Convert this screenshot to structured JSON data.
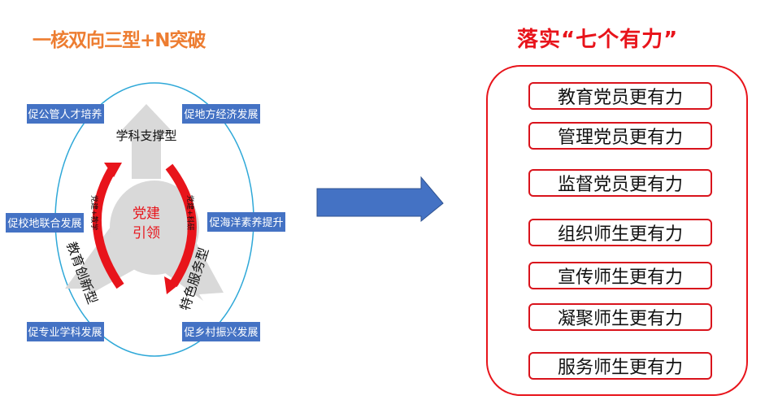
{
  "left_title": "一核双向三型+N突破",
  "right_title": "落实“七个有力”",
  "diagram": {
    "core_line1": "党建",
    "core_line2": "引领",
    "types": {
      "top": "学科支撑型",
      "left": "教育创新型",
      "right": "特色服务型"
    },
    "arcs": {
      "left": "党建+教学",
      "right": "党建+科研"
    },
    "boxes": [
      "促公管人才培养",
      "促地方经济发展",
      "促校地联合发展",
      "促海洋素养提升",
      "促专业学科发展",
      "促乡村振兴发展"
    ]
  },
  "items": [
    "教育党员更有力",
    "管理党员更有力",
    "监督党员更有力",
    "组织师生更有力",
    "宣传师生更有力",
    "凝聚师生更有力",
    "服务师生更有力"
  ],
  "colors": {
    "orange": "#ED7D31",
    "red": "#E8141B",
    "blue": "#4472C4",
    "cyan": "#2EA8D8",
    "gray": "#D9D9D9"
  }
}
